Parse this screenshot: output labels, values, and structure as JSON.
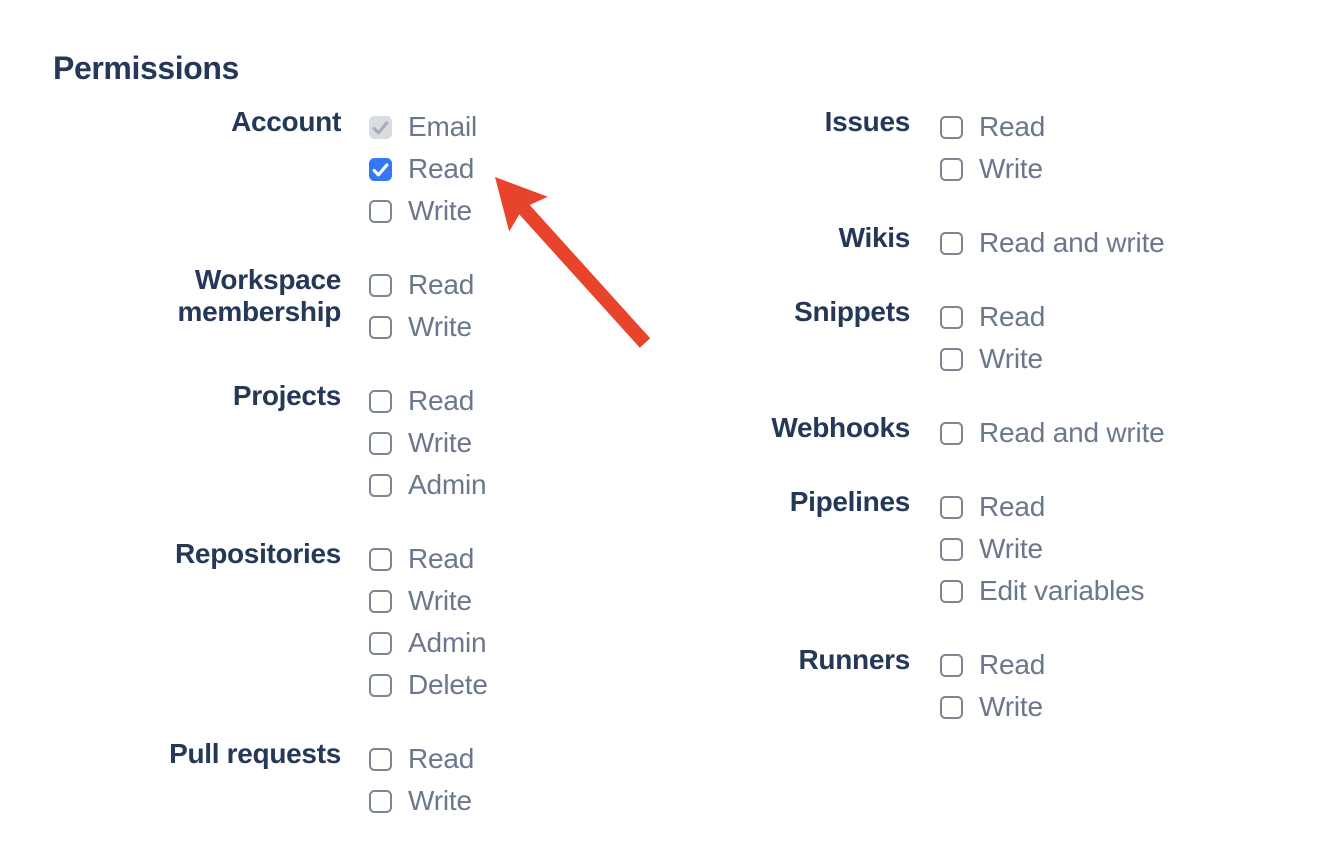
{
  "page": {
    "title": "Permissions"
  },
  "colors": {
    "heading_text": "#253858",
    "group_label_text": "#253858",
    "option_text": "#6B778C",
    "checkbox_border": "#7D8794",
    "checkbox_checked_bg": "#3478F6",
    "checkbox_check": "#FFFFFF",
    "checkbox_disabled_bg": "#D9DCE1",
    "checkbox_disabled_check": "#A7AEB8",
    "arrow": "#E8432B"
  },
  "columns": [
    {
      "groups": [
        {
          "label": "Account",
          "options": [
            {
              "label": "Email",
              "state": "checked-disabled"
            },
            {
              "label": "Read",
              "state": "checked"
            },
            {
              "label": "Write",
              "state": "unchecked"
            }
          ]
        },
        {
          "label": "Workspace membership",
          "options": [
            {
              "label": "Read",
              "state": "unchecked"
            },
            {
              "label": "Write",
              "state": "unchecked"
            }
          ]
        },
        {
          "label": "Projects",
          "options": [
            {
              "label": "Read",
              "state": "unchecked"
            },
            {
              "label": "Write",
              "state": "unchecked"
            },
            {
              "label": "Admin",
              "state": "unchecked"
            }
          ]
        },
        {
          "label": "Repositories",
          "options": [
            {
              "label": "Read",
              "state": "unchecked"
            },
            {
              "label": "Write",
              "state": "unchecked"
            },
            {
              "label": "Admin",
              "state": "unchecked"
            },
            {
              "label": "Delete",
              "state": "unchecked"
            }
          ]
        },
        {
          "label": "Pull requests",
          "options": [
            {
              "label": "Read",
              "state": "unchecked"
            },
            {
              "label": "Write",
              "state": "unchecked"
            }
          ]
        }
      ]
    },
    {
      "groups": [
        {
          "label": "Issues",
          "options": [
            {
              "label": "Read",
              "state": "unchecked"
            },
            {
              "label": "Write",
              "state": "unchecked"
            }
          ]
        },
        {
          "label": "Wikis",
          "options": [
            {
              "label": "Read and write",
              "state": "unchecked"
            }
          ]
        },
        {
          "label": "Snippets",
          "options": [
            {
              "label": "Read",
              "state": "unchecked"
            },
            {
              "label": "Write",
              "state": "unchecked"
            }
          ]
        },
        {
          "label": "Webhooks",
          "options": [
            {
              "label": "Read and write",
              "state": "unchecked"
            }
          ]
        },
        {
          "label": "Pipelines",
          "options": [
            {
              "label": "Read",
              "state": "unchecked"
            },
            {
              "label": "Write",
              "state": "unchecked"
            },
            {
              "label": "Edit variables",
              "state": "unchecked"
            }
          ]
        },
        {
          "label": "Runners",
          "options": [
            {
              "label": "Read",
              "state": "unchecked"
            },
            {
              "label": "Write",
              "state": "unchecked"
            }
          ]
        }
      ]
    }
  ],
  "annotation": {
    "type": "arrow",
    "target": "account-read-checkbox"
  }
}
